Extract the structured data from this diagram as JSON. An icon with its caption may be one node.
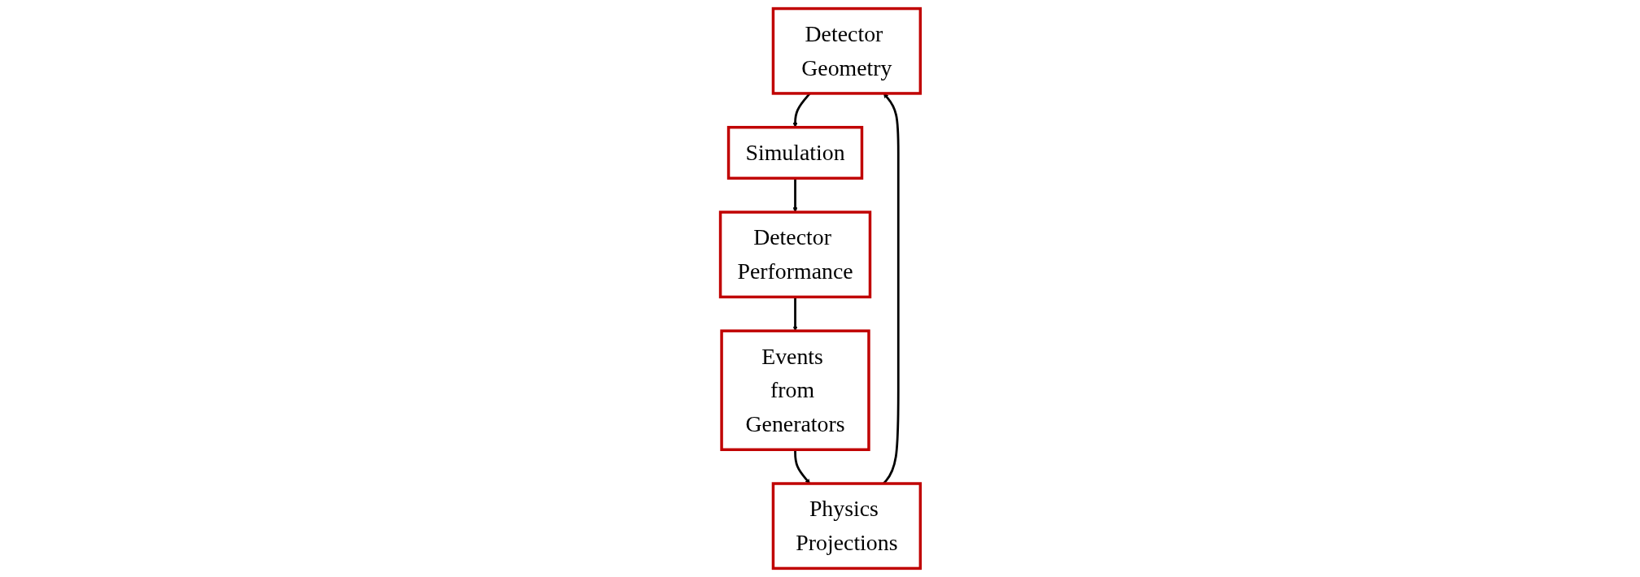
{
  "diagram": {
    "nodes": [
      {
        "text": [
          "Detector Geometry"
        ]
      },
      {
        "text": [
          "Simulation"
        ]
      },
      {
        "text": [
          "Detector Performance"
        ]
      },
      {
        "text": [
          "Events from Generators"
        ]
      },
      {
        "text": [
          "Physics Projections"
        ]
      }
    ],
    "edges": [
      {
        "from": 0,
        "to": 1,
        "arrow": "to"
      },
      {
        "from": 1,
        "to": 2,
        "arrow": "to"
      },
      {
        "from": 2,
        "to": 3,
        "arrow": "to"
      },
      {
        "from": 3,
        "to": 4,
        "arrow": "to"
      },
      {
        "from": 4,
        "to": 0,
        "arrow": "to"
      }
    ]
  }
}
